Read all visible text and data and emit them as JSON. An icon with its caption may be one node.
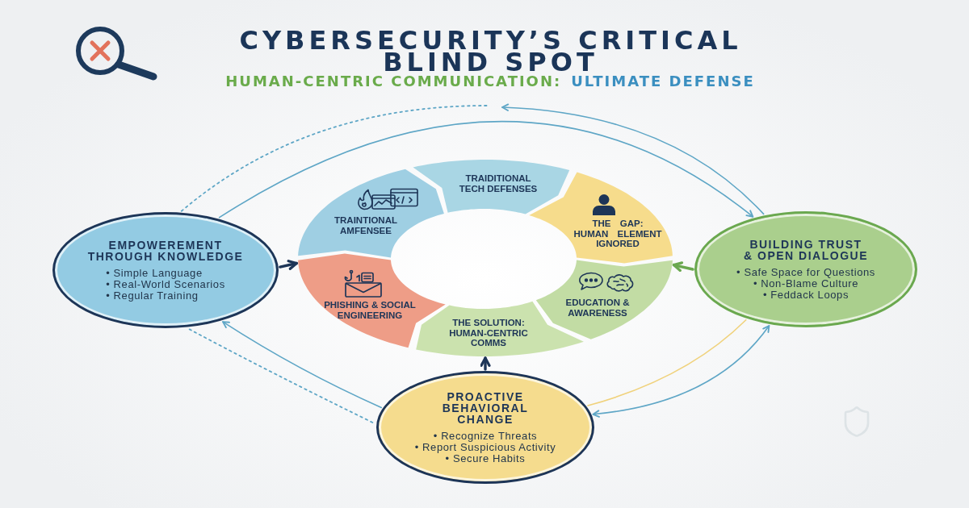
{
  "diagram": {
    "title": "CYBERSECURITY’S CRITICAL BLIND SPOT",
    "nodes": [
      {
        "text": [
          "TRAIDITIONAL TECH DEFENSES"
        ]
      },
      {
        "text": [
          "THE GAP: HUMAN ELEMENT IGNORED"
        ]
      },
      {
        "text": [
          "EDUCATION & AWARENESS"
        ]
      },
      {
        "text": [
          "THE SOLUTION: HUMAN-CENTRIC COMMS"
        ]
      },
      {
        "text": [
          "PHISHING & SOCIAL ENGINEERING"
        ]
      },
      {
        "text": [
          "TRAINTIONAL AMFENSEE"
        ]
      },
      {
        "text": [
          "EMPOWEREMENT THROUGH KNOWLEDGE",
          "• Simple Language",
          "• Real-World Scenarios",
          "• Regular Training"
        ]
      },
      {
        "text": [
          "BUILDING TRUST & OPEN DIALOGUE",
          "• Safe Space for Questions",
          "• Non-Blame Culture",
          "• Feddack Loops"
        ]
      },
      {
        "text": [
          "PROACTIVE BEHAVIORAL CHANGE",
          "• Recognize Threats",
          "• Report Suspicious Activity",
          "• Secure Habits"
        ]
      }
    ],
    "edges": [
      {
        "from": 6,
        "to": 4,
        "arrow": "to",
        "style": "thick",
        "color": "#1d3557"
      },
      {
        "from": 7,
        "to": 2,
        "arrow": "to",
        "style": "thick",
        "color": "#6aa84f"
      },
      {
        "from": 8,
        "to": 3,
        "arrow": "to",
        "style": "thick",
        "color": "#1d3557"
      },
      {
        "from": 6,
        "to": 7,
        "arrow": "to"
      },
      {
        "from": 7,
        "to": null,
        "arrow": "to"
      },
      {
        "from": 6,
        "to": null,
        "arrow": "none",
        "style": "dashed"
      },
      {
        "from": 8,
        "to": 6,
        "arrow": "to"
      },
      {
        "from": 6,
        "to": 8,
        "arrow": "none",
        "style": "dashed"
      },
      {
        "from": 8,
        "to": 7,
        "arrow": "none",
        "color": "#f0d27c"
      },
      {
        "from": 7,
        "to": 8,
        "arrow": "both"
      }
    ],
    "labels": [
      "HUMAN-CENTRIC COMMUNICATION:",
      "ULTIMATE DEFENSE"
    ]
  }
}
